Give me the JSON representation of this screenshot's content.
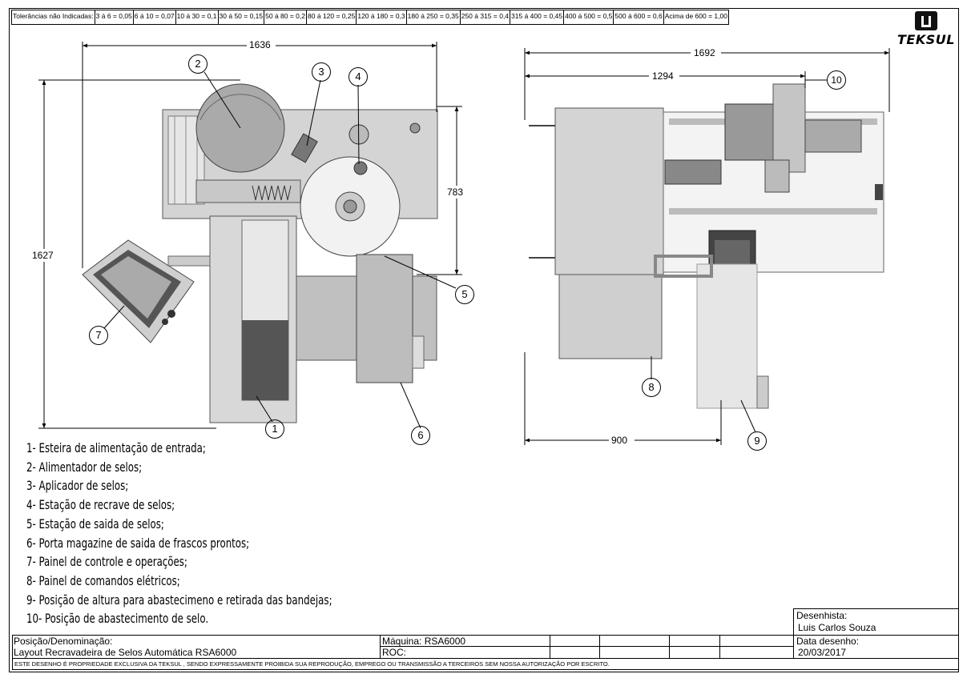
{
  "tolerances": {
    "label": "Tolerâncias não Indicadas:",
    "items": [
      "3 á 6 = 0,05",
      "6 á 10 = 0,07",
      "10 á 30 = 0,1",
      "30 á 50 = 0,15",
      "50 á 80 = 0,2",
      "80 á 120 = 0,25",
      "120 á 180 = 0,3",
      "180 á 250 = 0,35",
      "250 á 315 = 0,4",
      "315 á 400 = 0,45",
      "400 á 500 = 0,5",
      "500 á 600 = 0,6",
      "Acima de 600 = 1,00"
    ]
  },
  "logo": {
    "word": "TEKSUL"
  },
  "dimensions": {
    "front_width": "1636",
    "front_height": "1627",
    "front_sub_height": "783",
    "side_width": "1692",
    "side_sub_width": "1294",
    "side_base": "900"
  },
  "callouts": [
    "1",
    "2",
    "3",
    "4",
    "5",
    "6",
    "7",
    "8",
    "9",
    "10"
  ],
  "legend": [
    "1- Esteira de alimentação de entrada;",
    "2- Alimentador de selos;",
    "3- Aplicador de selos;",
    "4- Estação de recrave de selos;",
    "5- Estação de saida de selos;",
    "6- Porta magazine de saida de frascos prontos;",
    "7- Painel de controle e operações;",
    "8- Painel de comandos elétricos;",
    "9- Posição de altura para abastecimeno e retirada das bandejas;",
    "10- Posição de abastecimento de selo."
  ],
  "title_block": {
    "designer_label": "Desenhista:",
    "designer_name": "Luis Carlos Souza",
    "position_label": "Posição/Denominação:",
    "position_value": "Layout Recravadeira de Selos Automática RSA6000",
    "machine_label": "Máquina: RSA6000",
    "roc_label": "ROC:",
    "date_label": "Data desenho:",
    "date_value": "20/03/2017",
    "footer": "ESTE DESENHO É PROPRIEDADE EXCLUSIVA  DA TEKSUL , SENDO EXPRESSAMENTE PROIBIDA  SUA REPRODUÇÃO, EMPREGO OU TRANSMISSÃO A TERCEIROS SEM NOSSA AUTORIZAÇÃO POR ESCRITO."
  }
}
